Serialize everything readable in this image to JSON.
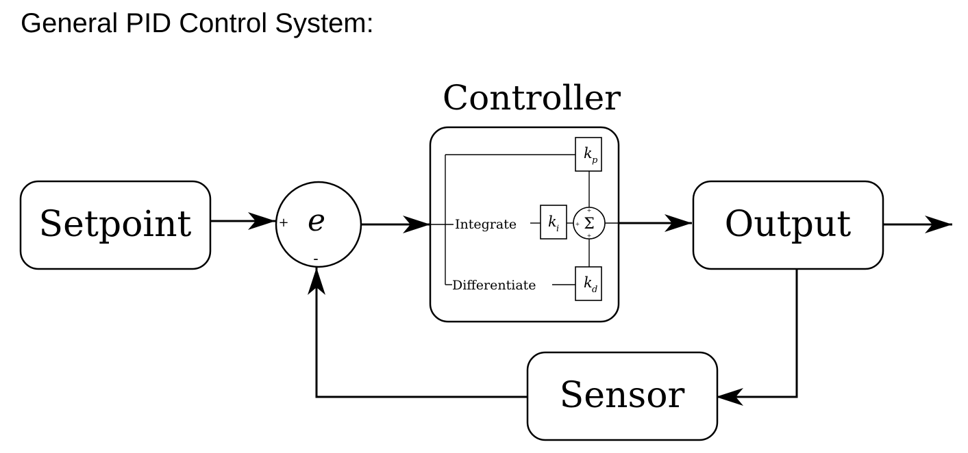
{
  "title": "General PID Control System:",
  "blocks": {
    "setpoint": "Setpoint",
    "controller": "Controller",
    "output": "Output",
    "sensor": "Sensor"
  },
  "summing_junction": {
    "symbol": "e",
    "plus": "+",
    "minus": "-"
  },
  "controller_internals": {
    "integrate": "Integrate",
    "differentiate": "Differentiate",
    "kp": {
      "base": "k",
      "sub": "p"
    },
    "ki": {
      "base": "k",
      "sub": "i"
    },
    "kd": {
      "base": "k",
      "sub": "d"
    },
    "sum_symbol": "Σ",
    "sum_plus": "+"
  }
}
